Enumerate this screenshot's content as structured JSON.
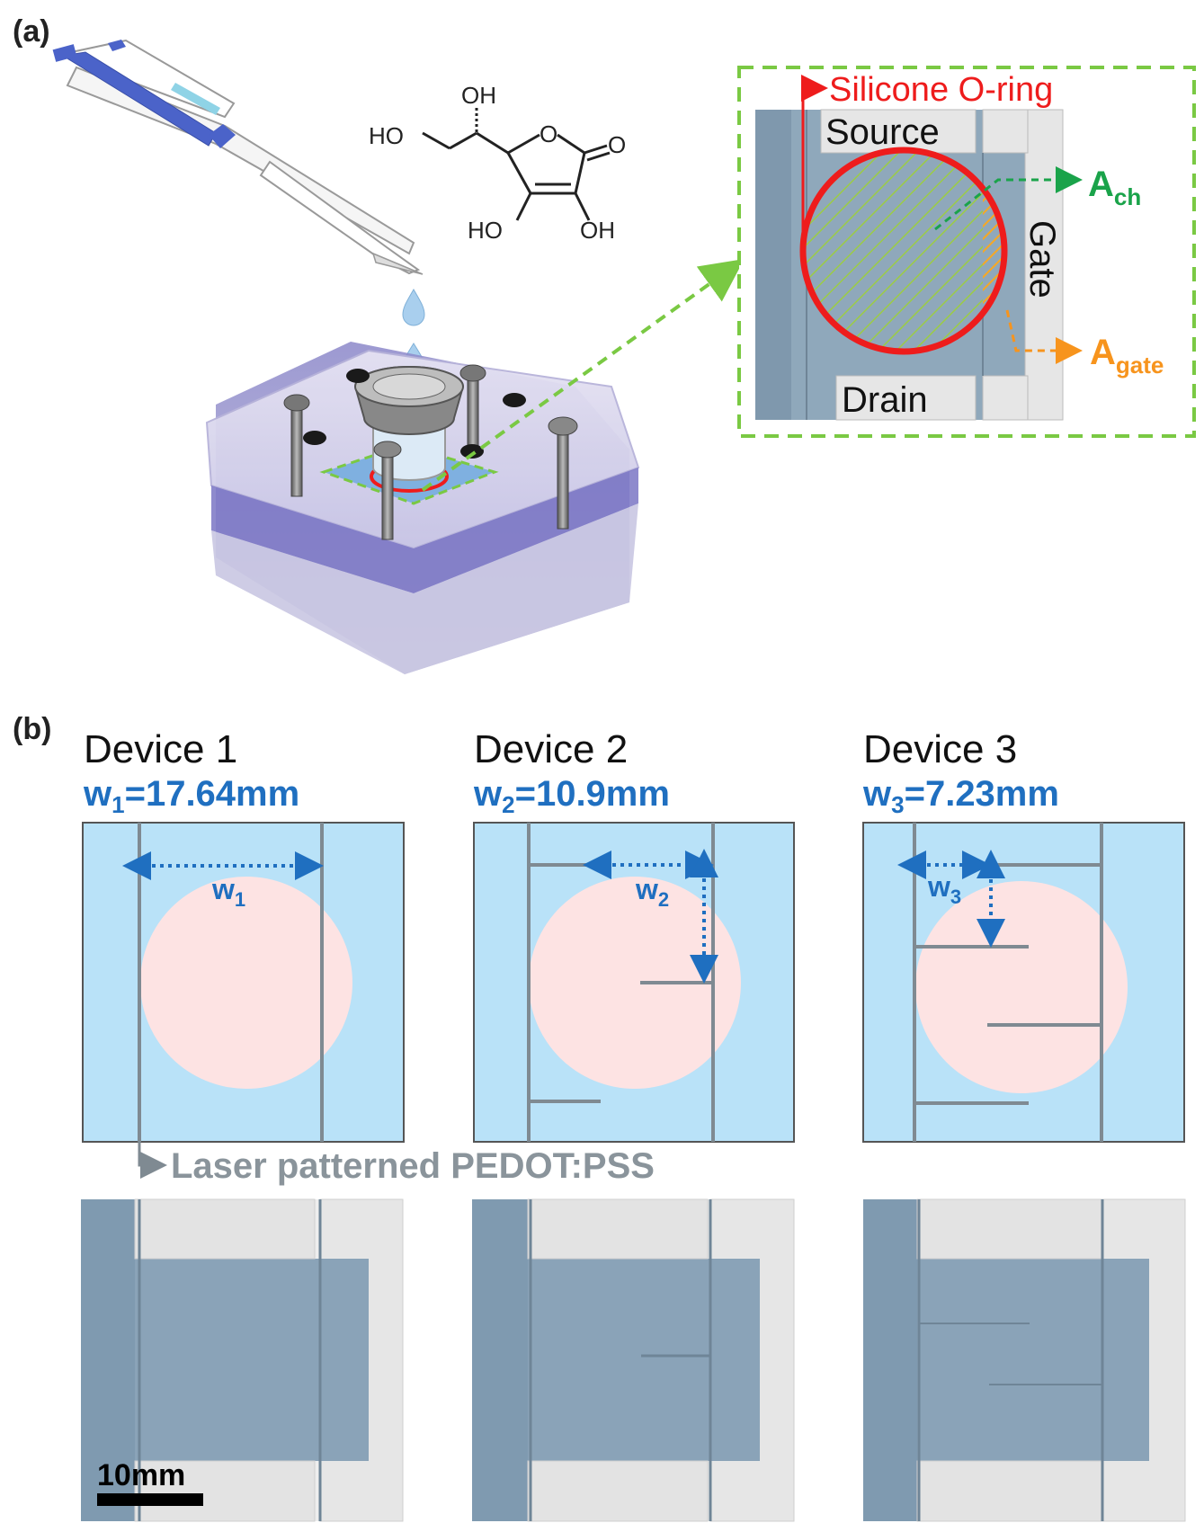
{
  "panel_a": {
    "label": "(a)",
    "molecule": {
      "oh_top": "OH",
      "ho_left": "HO",
      "ring_o": "O",
      "carbonyl_o": "O",
      "ho_bottom": "HO",
      "oh_bottom": "OH"
    },
    "inset": {
      "oring_label": "Silicone O-ring",
      "source": "Source",
      "drain": "Drain",
      "gate": "Gate",
      "a_ch_main": "A",
      "a_ch_sub": "ch",
      "a_gate_main": "A",
      "a_gate_sub": "gate",
      "colors": {
        "frame": "#7ac943",
        "oring": "#ee1c1c",
        "ach": "#1aa34a",
        "agate": "#f7941d",
        "film": "#8fa8bb"
      }
    }
  },
  "panel_b": {
    "label": "(b)",
    "devices": [
      {
        "title": "Device 1",
        "w_main": "w",
        "w_sub": "1",
        "w_value": "=17.64mm",
        "arrow_main": "w",
        "arrow_sub": "1"
      },
      {
        "title": "Device 2",
        "w_main": "w",
        "w_sub": "2",
        "w_value": "=10.9mm",
        "arrow_main": "w",
        "arrow_sub": "2"
      },
      {
        "title": "Device 3",
        "w_main": "w",
        "w_sub": "3",
        "w_value": "=7.23mm",
        "arrow_main": "w",
        "arrow_sub": "3"
      }
    ],
    "laser_label": "Laser patterned PEDOT:PSS",
    "scale_bar": "10mm",
    "colors": {
      "substrate": "#b9e2f8",
      "circle": "#fde3e3",
      "line": "#7f8a92",
      "accent": "#1f6fc0",
      "photo_film": "#8aa3b8"
    }
  }
}
